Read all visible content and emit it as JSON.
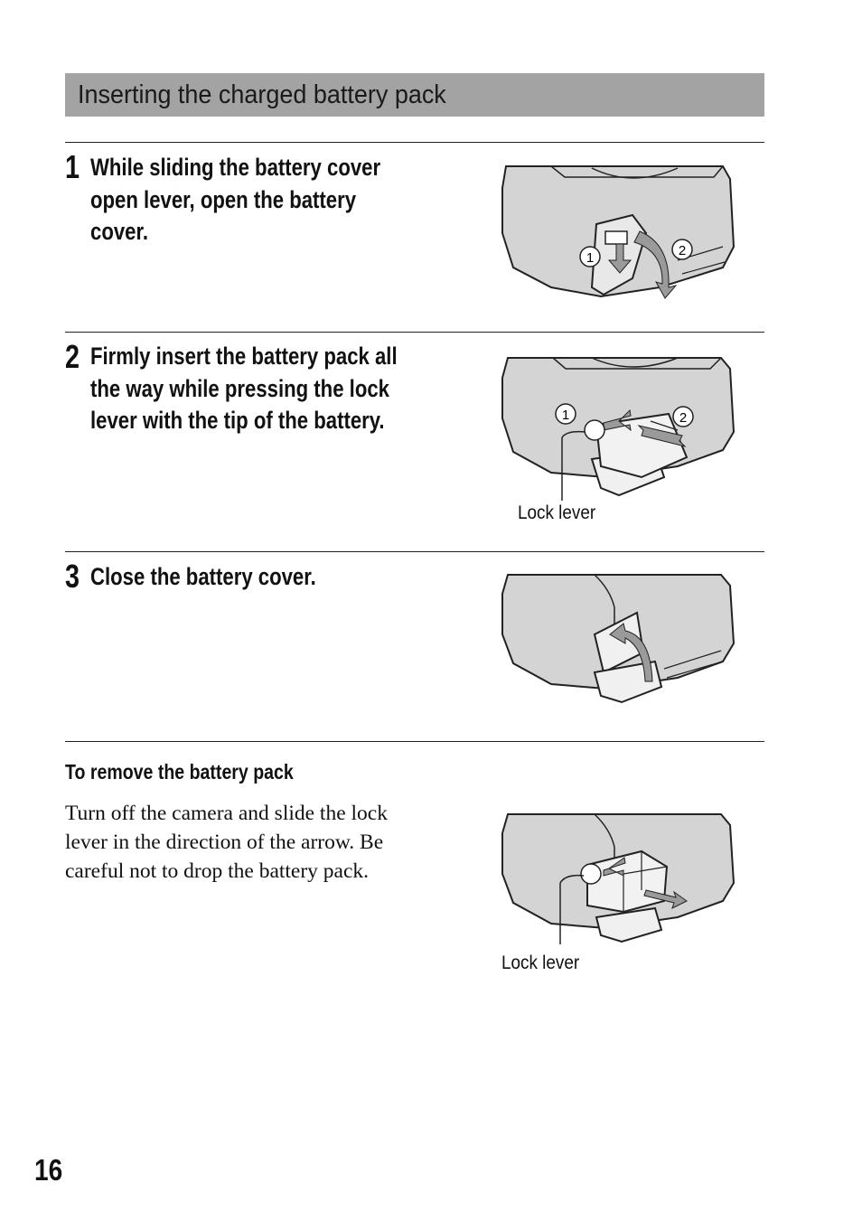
{
  "section": {
    "title": "Inserting the charged battery pack"
  },
  "steps": [
    {
      "number": "1",
      "lines": [
        "While sliding the battery cover",
        "open lever, open the battery",
        "cover."
      ]
    },
    {
      "number": "2",
      "lines": [
        "Firmly insert the battery pack all",
        "the way while pressing the lock",
        "lever with the tip of the battery."
      ]
    },
    {
      "number": "3",
      "lines": [
        "Close the battery cover."
      ]
    }
  ],
  "markers": {
    "one": "1",
    "two": "2"
  },
  "callouts": {
    "step2_lock_lever": "Lock lever",
    "remove_lock_lever": "Lock lever"
  },
  "remove": {
    "heading": "To remove the battery pack",
    "lines": [
      "Turn off the camera and slide the lock",
      "lever in the direction of the arrow. Be",
      "careful not to drop the battery pack."
    ]
  },
  "page_number": "16",
  "colors": {
    "header_bg": "#a3a3a3",
    "illustration_fill": "#d4d4d4",
    "arrow_fill": "#9a9a9a"
  }
}
